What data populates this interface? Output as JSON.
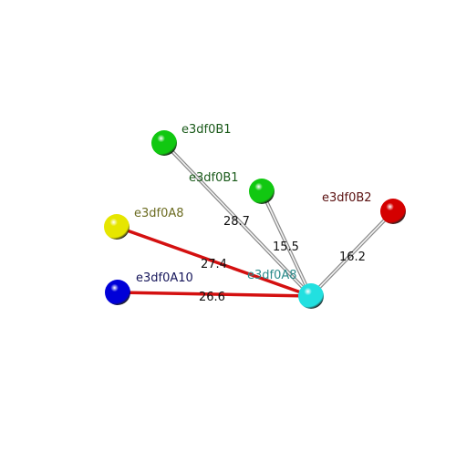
{
  "colors": {
    "background": "#ffffff",
    "bond_red": "#d41010",
    "bond_gray": "#b8b8b8",
    "distance_text": "#111111"
  },
  "atoms": [
    {
      "id": "center",
      "label": "e3df0A8",
      "color": "#22e0e0",
      "label_color": "#2a8a8a"
    },
    {
      "id": "b1_top",
      "label": "e3df0B1",
      "color": "#11c811",
      "label_color": "#1a5a1a"
    },
    {
      "id": "b1_mid",
      "label": "e3df0B1",
      "color": "#11c811",
      "label_color": "#1a5a1a"
    },
    {
      "id": "b2",
      "label": "e3df0B2",
      "color": "#d40000",
      "label_color": "#5a1010"
    },
    {
      "id": "a8",
      "label": "e3df0A8",
      "color": "#e6e600",
      "label_color": "#6b6b20"
    },
    {
      "id": "a10",
      "label": "e3df0A10",
      "color": "#0000d8",
      "label_color": "#15155a"
    }
  ],
  "bonds": [
    {
      "from": "b1_top",
      "to": "center",
      "style": "gray",
      "distance": "28.7"
    },
    {
      "from": "b1_mid",
      "to": "center",
      "style": "gray",
      "distance": "15.5"
    },
    {
      "from": "b2",
      "to": "center",
      "style": "gray",
      "distance": "16.2"
    },
    {
      "from": "a8",
      "to": "center",
      "style": "red",
      "distance": "27.4"
    },
    {
      "from": "a10",
      "to": "center",
      "style": "red",
      "distance": "26.6"
    }
  ]
}
